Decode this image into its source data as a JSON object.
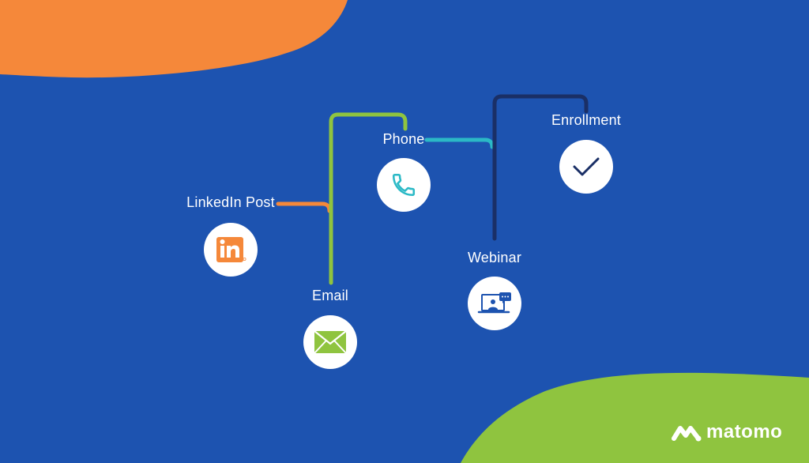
{
  "colors": {
    "background": "#1d53b0",
    "orange": "#f5883a",
    "green": "#8fc43f",
    "teal": "#2bb9c6",
    "navy": "#1a2f66",
    "white": "#ffffff"
  },
  "steps": [
    {
      "id": "linkedin",
      "label": "LinkedIn Post",
      "icon": "linkedin-icon",
      "color": "#f5883a"
    },
    {
      "id": "email",
      "label": "Email",
      "icon": "envelope-icon",
      "color": "#8fc43f"
    },
    {
      "id": "phone",
      "label": "Phone",
      "icon": "phone-icon",
      "color": "#2bb9c6"
    },
    {
      "id": "webinar",
      "label": "Webinar",
      "icon": "webinar-icon",
      "color": "#1a2f66"
    },
    {
      "id": "enrollment",
      "label": "Enrollment",
      "icon": "checkmark-icon",
      "color": "#1a2f66"
    }
  ],
  "brand": {
    "name": "matomo",
    "icon": "matomo-logo-icon"
  }
}
